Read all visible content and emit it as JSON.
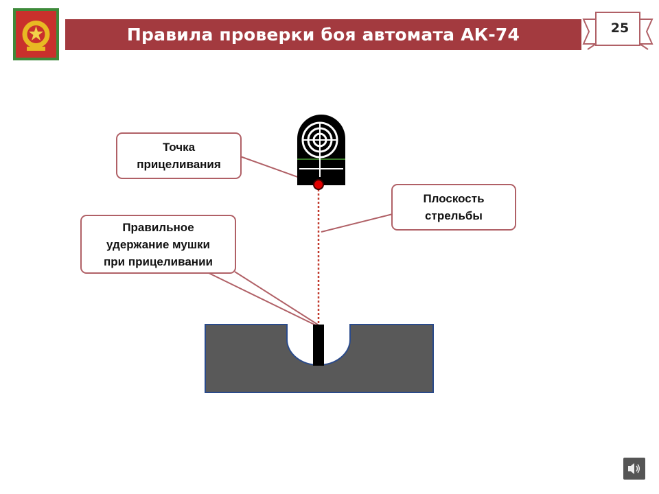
{
  "header": {
    "title": "Правила проверки боя автомата АК-74",
    "page_number": "25",
    "emblem_icon": "military-academy-emblem",
    "accent_color": "#a33a3f"
  },
  "diagram": {
    "labels": {
      "aim_point": "Точка\nприцеливания",
      "firing_plane": "Плоскость\nстрельбы",
      "front_sight_hold": "Правильное\nудержание мушки\nпри прицеливании"
    },
    "target_icon": "bullseye-target-icon",
    "rear_sight_icon": "rear-sight-notch",
    "aim_point_color": "#e00000",
    "line_color": "#c0392b",
    "sight_color": "#595959"
  },
  "footer": {
    "audio_icon": "speaker-icon"
  }
}
